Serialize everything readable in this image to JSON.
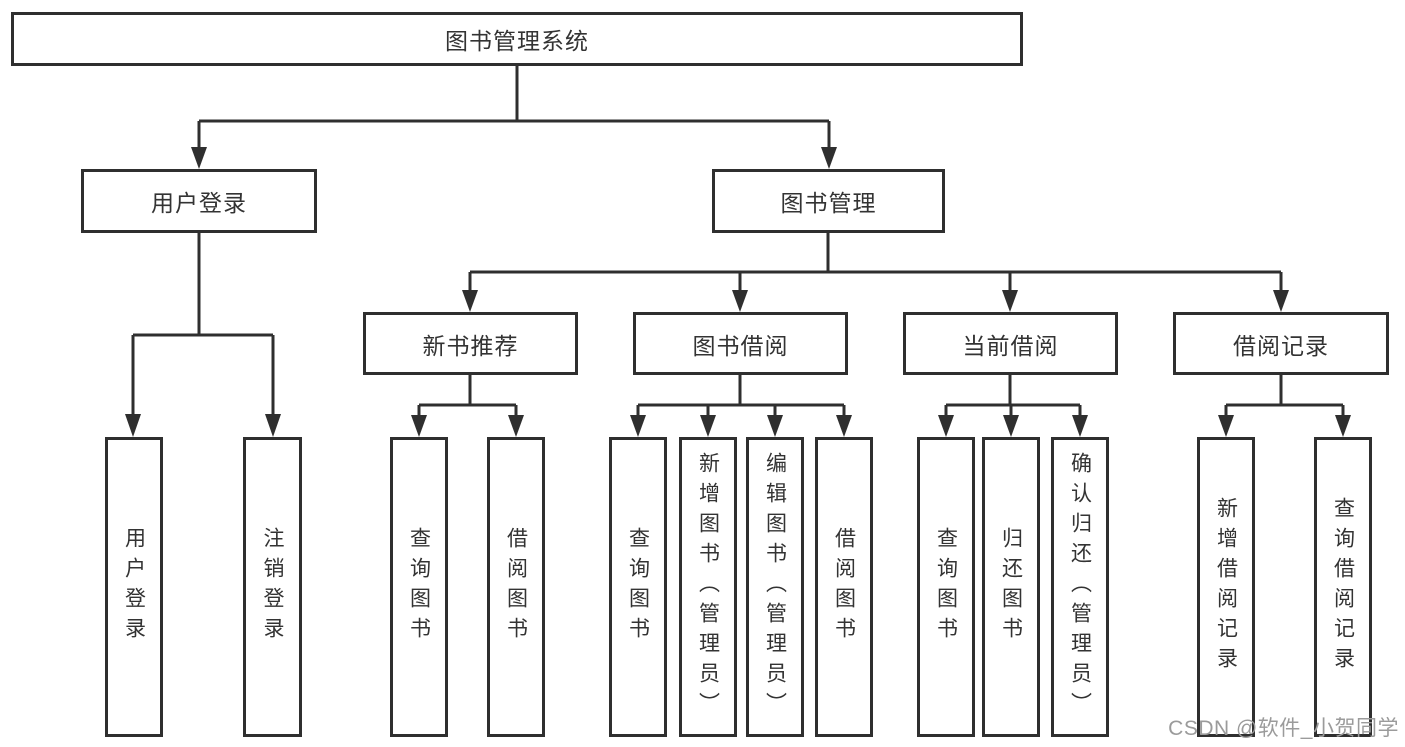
{
  "colors": {
    "line": "#2f2f2f",
    "text": "#333333",
    "wm": "#9b9b9b",
    "bg": "#ffffff"
  },
  "watermark": {
    "text": "CSDN @软件_小贺同学"
  },
  "diagram": {
    "type": "tree",
    "root": {
      "label": "图书管理系统",
      "children": [
        {
          "label": "用户登录",
          "children": [
            {
              "label": "用户登录"
            },
            {
              "label": "注销登录"
            }
          ]
        },
        {
          "label": "图书管理",
          "children": [
            {
              "label": "新书推荐",
              "children": [
                {
                  "label": "查询图书"
                },
                {
                  "label": "借阅图书"
                }
              ]
            },
            {
              "label": "图书借阅",
              "children": [
                {
                  "label": "查询图书"
                },
                {
                  "label": "新增图书（管理员）"
                },
                {
                  "label": "编辑图书（管理员）"
                },
                {
                  "label": "借阅图书"
                }
              ]
            },
            {
              "label": "当前借阅",
              "children": [
                {
                  "label": "查询图书"
                },
                {
                  "label": "归还图书"
                },
                {
                  "label": "确认归还（管理员）"
                }
              ]
            },
            {
              "label": "借阅记录",
              "children": [
                {
                  "label": "新增借阅记录"
                },
                {
                  "label": "查询借阅记录"
                }
              ]
            }
          ]
        }
      ]
    }
  }
}
